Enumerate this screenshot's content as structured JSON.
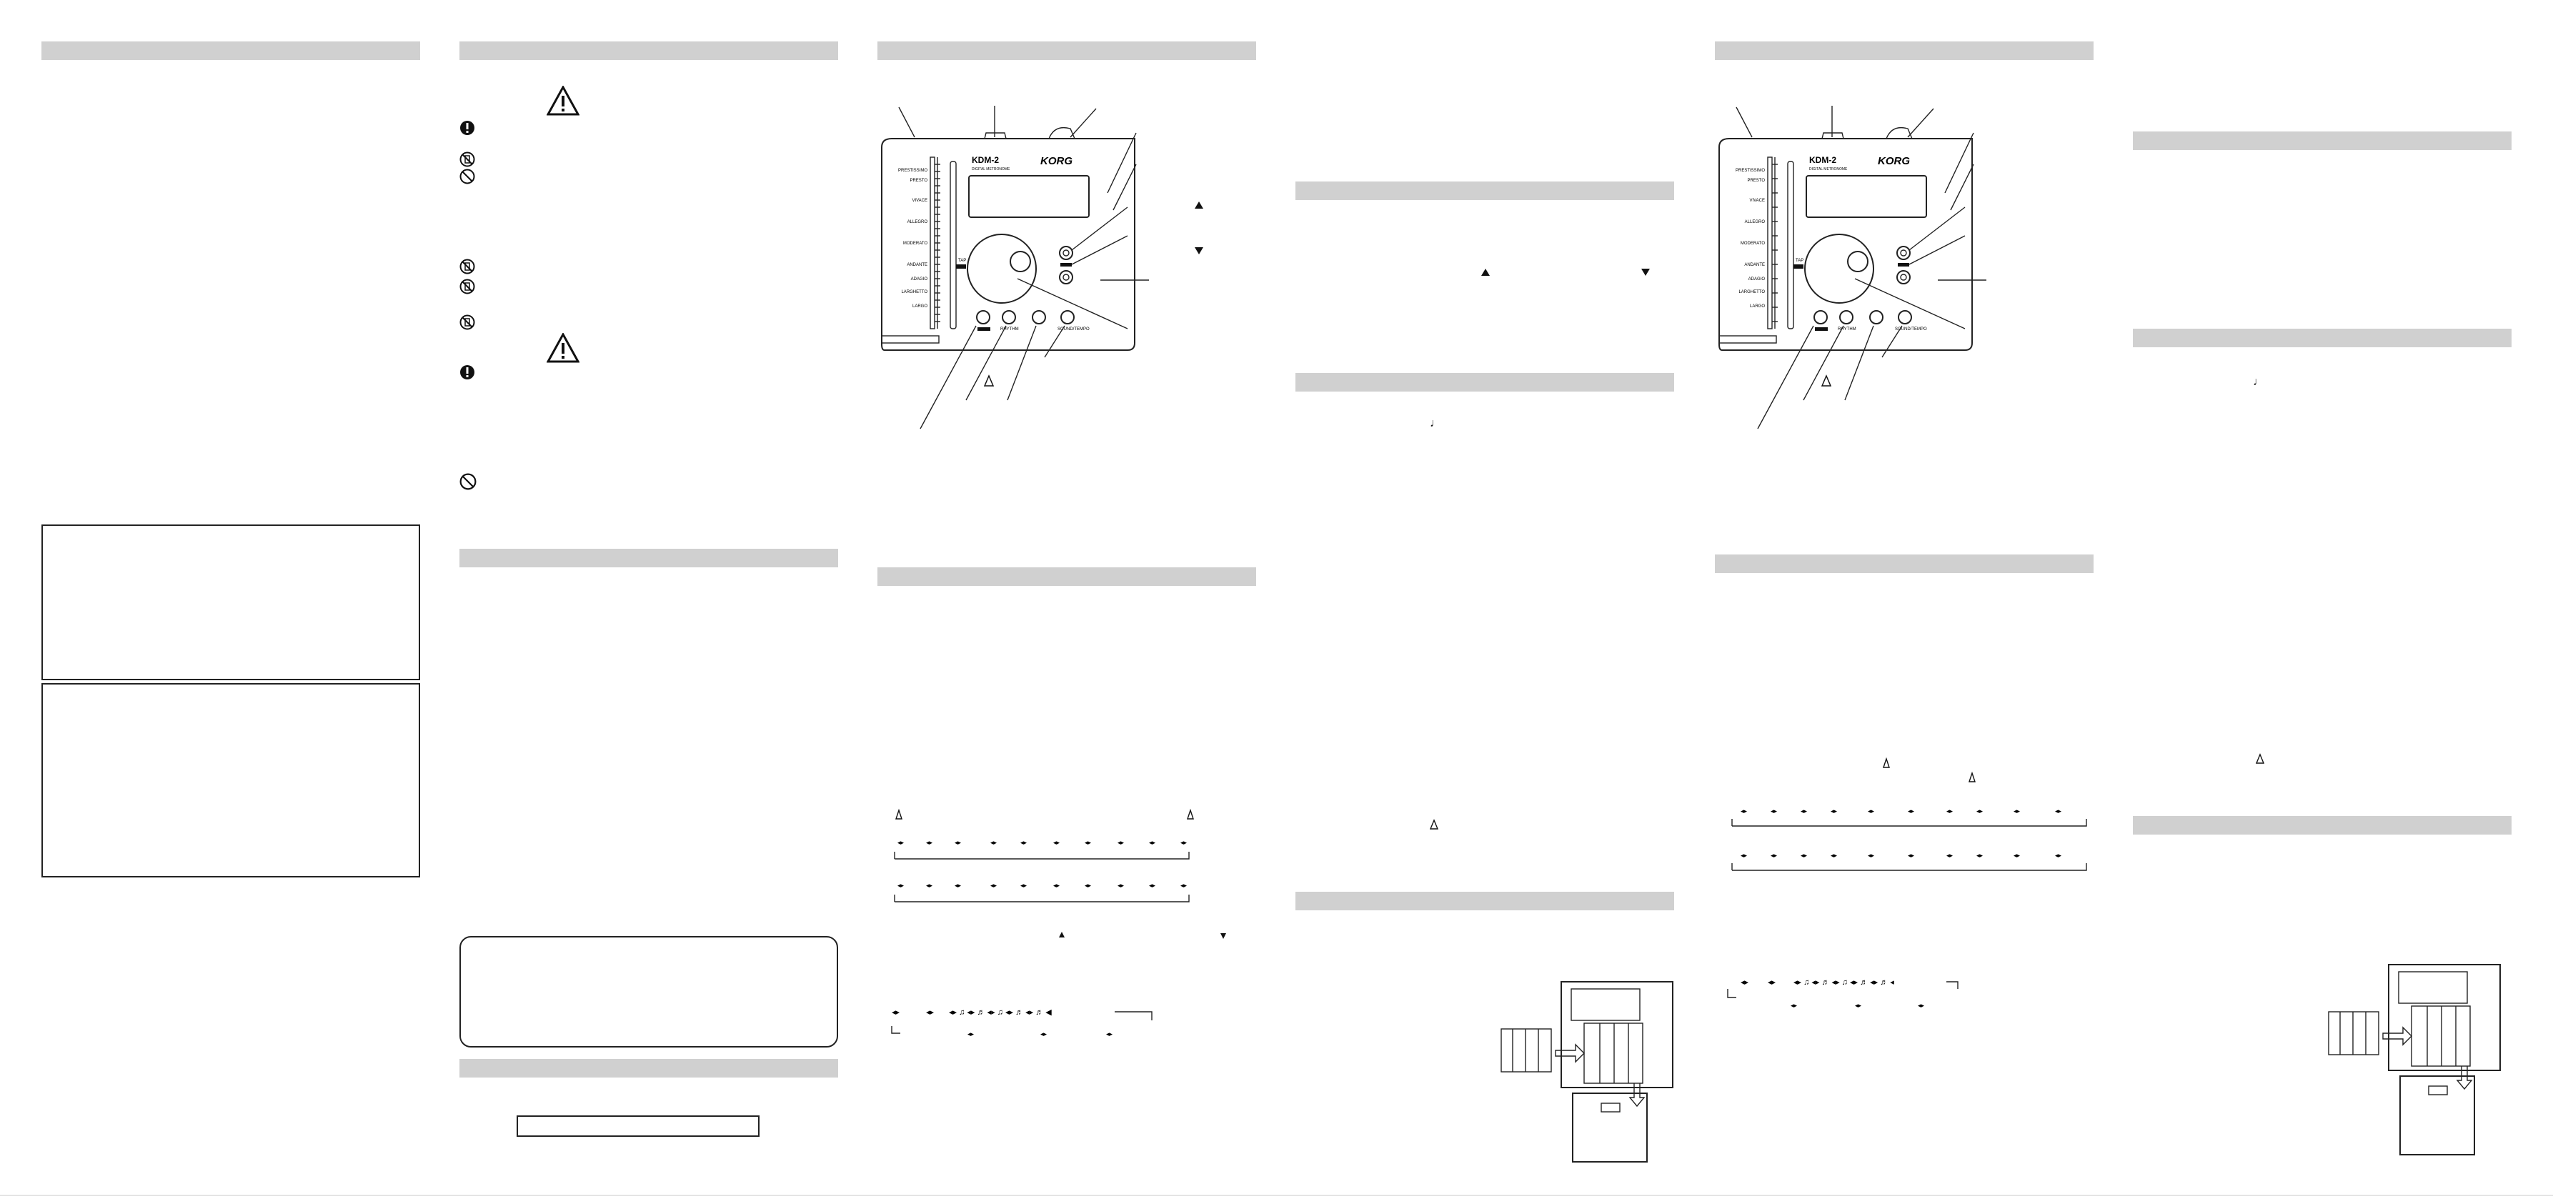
{
  "device": {
    "brand": "KORG",
    "model": "KDM-2",
    "subtitle": "DIGITAL METRONOME",
    "tap_label": "TAP",
    "tempo_marks": [
      "PRESTISSIMO",
      "PRESTO",
      "VIVACE",
      "ALLEGRO",
      "MODERATO",
      "ANDANTE",
      "ADAGIO",
      "LARGHETTO",
      "LARGO"
    ],
    "button_labels": [
      "",
      "RHYTHM",
      "",
      "SOUND/TEMPO"
    ]
  },
  "colors": {
    "section_bar": "#d0d0d0",
    "ink": "#111111"
  }
}
